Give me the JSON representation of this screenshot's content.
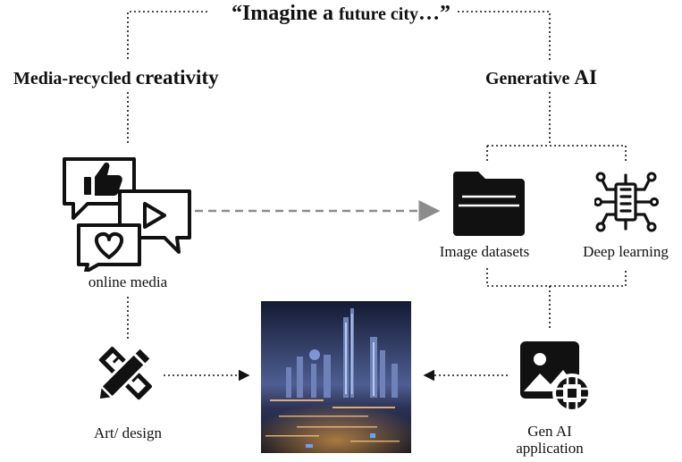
{
  "title": {
    "main": "“Imagine a ",
    "small": "future city",
    "end": "…”"
  },
  "left_heading": {
    "main": "Media-recycled ",
    "big": "creativity"
  },
  "right_heading": {
    "main": "Generative ",
    "big": "AI"
  },
  "nodes": {
    "online_media": "online media",
    "art_design": "Art/ design",
    "image_datasets": "Image datasets",
    "deep_learning": "Deep learning",
    "gen_ai_line1": "Gen AI",
    "gen_ai_line2": "application"
  },
  "icons": {
    "online_media": "social-media-bubbles-icon",
    "art_design": "pencil-ruler-icon",
    "image_datasets": "folder-icon",
    "deep_learning": "neural-network-icon",
    "gen_ai": "image-chip-icon"
  },
  "center_image": "futuristic-city-image",
  "colors": {
    "ink": "#111111",
    "dashed_arrow": "#8c8c8c",
    "sky_top": "#1c2340",
    "sky_bottom": "#5b6a9a",
    "city_glow": "#e8a24a"
  }
}
